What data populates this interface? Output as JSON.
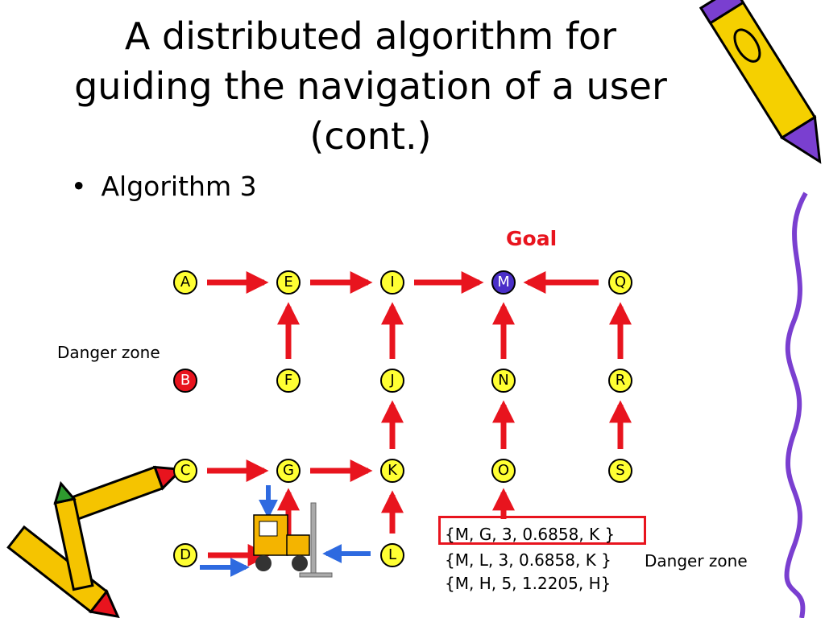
{
  "slide": {
    "title_line1": "A distributed algorithm for",
    "title_line2": "guiding the navigation of a user",
    "title_line3": "(cont.)",
    "bullet": "Algorithm 3"
  },
  "diagram": {
    "goal_label": "Goal",
    "danger_zone_label_1": "Danger zone",
    "danger_zone_label_2": "Danger zone",
    "nodes": [
      {
        "id": "A",
        "kind": "normal"
      },
      {
        "id": "E",
        "kind": "normal"
      },
      {
        "id": "I",
        "kind": "normal"
      },
      {
        "id": "M",
        "kind": "goal"
      },
      {
        "id": "Q",
        "kind": "normal"
      },
      {
        "id": "B",
        "kind": "danger"
      },
      {
        "id": "F",
        "kind": "normal"
      },
      {
        "id": "J",
        "kind": "normal"
      },
      {
        "id": "N",
        "kind": "normal"
      },
      {
        "id": "R",
        "kind": "normal"
      },
      {
        "id": "C",
        "kind": "normal"
      },
      {
        "id": "G",
        "kind": "normal"
      },
      {
        "id": "K",
        "kind": "normal"
      },
      {
        "id": "O",
        "kind": "normal"
      },
      {
        "id": "S",
        "kind": "normal"
      },
      {
        "id": "D",
        "kind": "normal"
      },
      {
        "id": "L",
        "kind": "normal"
      }
    ],
    "edges": [
      {
        "from": "A",
        "to": "E"
      },
      {
        "from": "E",
        "to": "I"
      },
      {
        "from": "I",
        "to": "M"
      },
      {
        "from": "Q",
        "to": "M"
      },
      {
        "from": "F",
        "to": "E"
      },
      {
        "from": "J",
        "to": "I"
      },
      {
        "from": "N",
        "to": "M"
      },
      {
        "from": "R",
        "to": "Q"
      },
      {
        "from": "K",
        "to": "J"
      },
      {
        "from": "O",
        "to": "N"
      },
      {
        "from": "S",
        "to": "R"
      },
      {
        "from": "C",
        "to": "G"
      },
      {
        "from": "G",
        "to": "K"
      },
      {
        "from": "L",
        "to": "K"
      }
    ],
    "messages": [
      "{M, G, 3, 0.6858, K }",
      "{M, L, 3, 0.6858, K }",
      "{M, H, 5, 1.2205, H}"
    ],
    "colors": {
      "node_fill": "#ffff33",
      "danger": "#e8141e",
      "goal": "#4a2fc8",
      "arrow": "#e8141e",
      "user_arrow": "#2e6ae0"
    },
    "icons": [
      "forklift-icon",
      "pencil-icon",
      "crayon-icon"
    ]
  }
}
